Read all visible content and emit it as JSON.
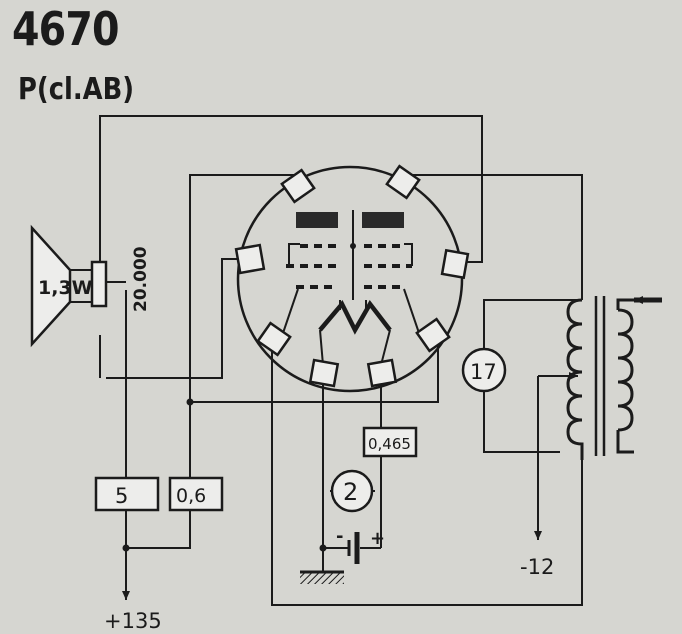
{
  "header": {
    "title": "4670",
    "subtitle": "P(cl.AB)"
  },
  "labels": {
    "speaker_power": "1,3W",
    "transformer_ratio": "20.000",
    "resistor_5": "5",
    "resistor_06": "0,6",
    "resistor_0465": "0,465",
    "meter_2": "2",
    "meter_17": "17",
    "battery_minus": "-",
    "battery_plus": "+",
    "supply_plus": "+135",
    "supply_minus": "-12"
  },
  "colors": {
    "ink": "#1b1b1b",
    "paper": "#d6d6d1",
    "box": "#ededeb"
  }
}
